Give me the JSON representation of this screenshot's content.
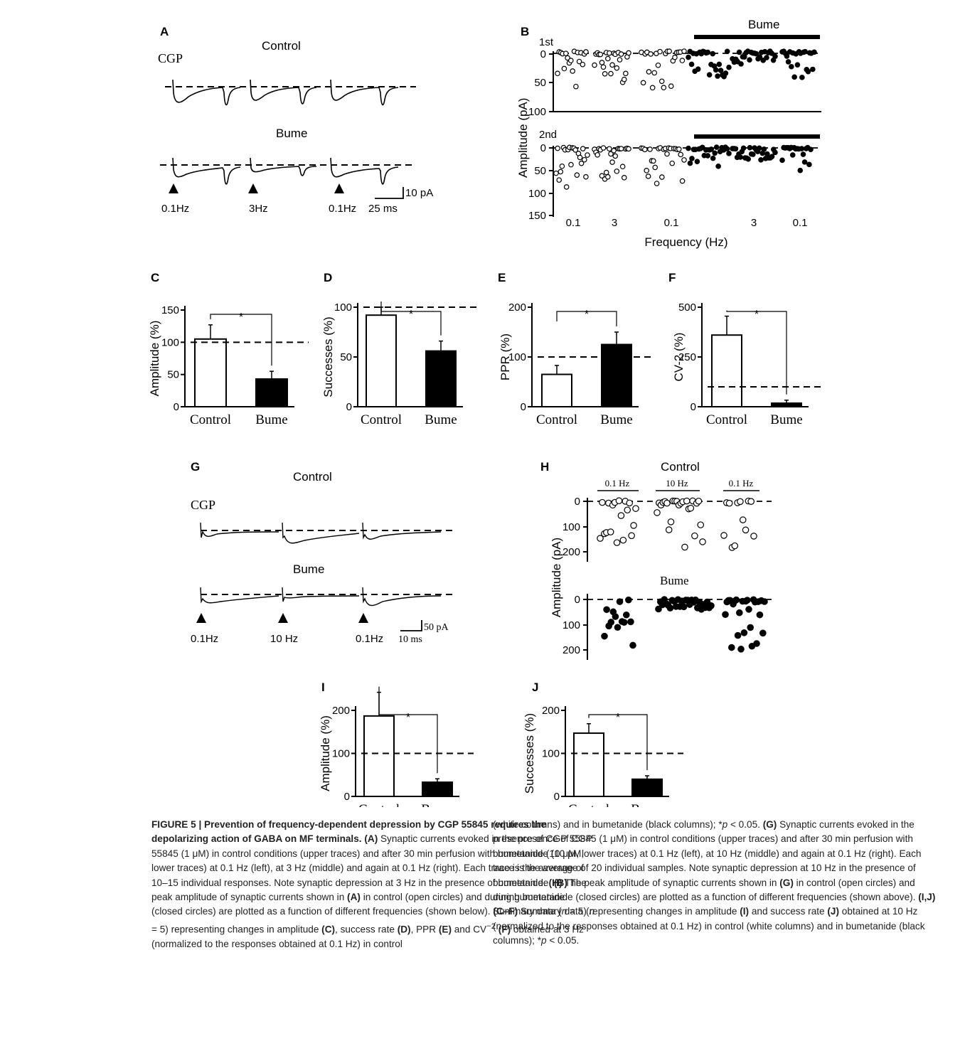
{
  "colors": {
    "ink": "#000000",
    "panel_bg": "#ffffff",
    "caption_text": "#222222"
  },
  "panel_letters": {
    "A": "A",
    "B": "B",
    "C": "C",
    "D": "D",
    "E": "E",
    "F": "F",
    "G": "G",
    "H": "H",
    "I": "I",
    "J": "J"
  },
  "panel_a": {
    "title_control": "Control",
    "cgp_label": "CGP",
    "title_bume": "Bume",
    "stim_labels": [
      "0.1Hz",
      "3Hz",
      "0.1Hz"
    ],
    "time_scale": "25 ms",
    "amp_scale": "10 pA"
  },
  "panel_b": {
    "bume_label": "Bume",
    "label_1st": "1st",
    "label_2nd": "2nd",
    "ylabel": "Amplitude (pA)",
    "xlabel": "Frequency (Hz)",
    "top_ticks": [
      "0",
      "50",
      "100"
    ],
    "bottom_ticks": [
      "0",
      "50",
      "100",
      "150"
    ],
    "x_ticks": [
      "0.1",
      "3",
      "0.1",
      "3",
      "0.1"
    ]
  },
  "panel_g": {
    "title_control": "Control",
    "cgp_label": "CGP",
    "title_bume": "Bume",
    "stim_labels": [
      "0.1Hz",
      "10 Hz",
      "0.1Hz"
    ],
    "time_scale": "10 ms",
    "amp_scale": "50 pA"
  },
  "panel_h": {
    "title_control": "Control",
    "title_bume": "Bume",
    "freq_labels": [
      "0.1 Hz",
      "10 Hz",
      "0.1 Hz"
    ],
    "ylabel": "Amplitude (pA)",
    "top_ticks": [
      "0",
      "100",
      "200"
    ],
    "bottom_ticks": [
      "0",
      "100",
      "200"
    ]
  },
  "chart_data": [
    {
      "panel": "C",
      "type": "bar",
      "categories": [
        "Control",
        "Bume"
      ],
      "values": [
        105,
        43
      ],
      "errors": [
        22,
        12
      ],
      "ylabel": "Amplitude (%)",
      "ylim": [
        0,
        150
      ],
      "yticks": [
        0,
        50,
        100,
        150
      ],
      "reference_line": 100,
      "significance": "*"
    },
    {
      "panel": "D",
      "type": "bar",
      "categories": [
        "Control",
        "Bume"
      ],
      "values": [
        92,
        56
      ],
      "errors": [
        8,
        10
      ],
      "ylabel": "Successes (%)",
      "ylim": [
        0,
        100
      ],
      "yticks": [
        0,
        50,
        100
      ],
      "reference_line": 100,
      "significance": "*"
    },
    {
      "panel": "E",
      "type": "bar",
      "categories": [
        "Control",
        "Bume"
      ],
      "values": [
        65,
        125
      ],
      "errors": [
        18,
        25
      ],
      "ylabel": "PPR (%)",
      "ylim": [
        0,
        200
      ],
      "yticks": [
        0,
        100,
        200
      ],
      "reference_line": 100,
      "significance": "*"
    },
    {
      "panel": "F",
      "type": "bar",
      "categories": [
        "Control",
        "Bume"
      ],
      "values": [
        360,
        18
      ],
      "errors": [
        95,
        15
      ],
      "ylabel": "CV-2 (%)",
      "ylim": [
        0,
        500
      ],
      "yticks": [
        0,
        250,
        500
      ],
      "reference_line": 100,
      "significance": "*"
    },
    {
      "panel": "I",
      "type": "bar",
      "categories": [
        "Control",
        "Bume"
      ],
      "values": [
        187,
        33
      ],
      "errors": [
        55,
        8
      ],
      "ylabel": "Amplitude (%)",
      "ylim": [
        0,
        200
      ],
      "yticks": [
        0,
        100,
        200
      ],
      "reference_line": 100,
      "significance": "*"
    },
    {
      "panel": "J",
      "type": "bar",
      "categories": [
        "Control",
        "Bume"
      ],
      "values": [
        147,
        40
      ],
      "errors": [
        22,
        8
      ],
      "ylabel": "Successes (%)",
      "ylim": [
        0,
        200
      ],
      "yticks": [
        0,
        100,
        200
      ],
      "reference_line": 100,
      "significance": "*"
    }
  ],
  "caption": {
    "left": {
      "title": "FIGURE 5 | Prevention of frequency-dependent depression by CGP 55845 requires the depolarizing action of GABA on MF terminals.",
      "A_lbl": "(A)",
      "A_txt": " Synaptic currents evoked in the presence of CGP 55845 (1 μM) in control conditions (upper traces) and after 30 min perfusion with bumetanide (10 μM, lower traces) at 0.1 Hz (left), at 3 Hz (middle) and again at 0.1 Hz (right). Each trace is the average of 10–15 individual responses. Note synaptic depression at 3 Hz in the presence of bumetanide. ",
      "B_lbl": "(B)",
      "B_txt1": " The peak amplitude of synaptic currents shown in ",
      "B_ref": "(A)",
      "B_txt2": " in control (open circles) and during bumetanide (closed circles) are plotted as a function of different frequencies (shown below). ",
      "CF_lbl": "(C–F)",
      "CF_txt1": " Summary data (",
      "n_var": "n",
      "CF_txt2": " = 5) representing changes in amplitude ",
      "C_ref": "(C)",
      "CF_txt3": ", success rate ",
      "D_ref": "(D)",
      "CF_txt4": ", PPR ",
      "E_ref": "(E)",
      "CF_txt5": " and CV",
      "CF_sup": "−2",
      "F_ref": "(F)",
      "CF_txt6": " obtained at 3 Hz (normalized to the responses obtained at 0.1 Hz) in control"
    },
    "right": {
      "t1": "(white columns) and in bumetanide (black columns); *",
      "p_var": "p",
      "t2": " < 0.05. ",
      "G_lbl": "(G)",
      "G_txt": " Synaptic currents evoked in the presence of CGP 55845 (1 μM) in control conditions (upper traces) and after 30 min perfusion with bumetanide (10 μM, lower traces) at 0.1 Hz (left), at 10 Hz (middle) and again at 0.1 Hz (right). Each trace is the average of 20 individual samples. Note synaptic depression at 10 Hz in the presence of bumetanide. ",
      "H_lbl": "(H)",
      "H_txt1": " The peak amplitude of synaptic currents shown in ",
      "G_ref": "(G)",
      "H_txt2": " in control (open circles) and during bumetanide (closed circles) are plotted as a function of different frequencies (shown above). ",
      "IJ_lbl": "(I,J)",
      "IJ_txt1": " Summary data (",
      "n_var": "n",
      "IJ_txt2": " = 5) representing changes in amplitude ",
      "I_ref": "(I)",
      "IJ_txt3": " and success rate ",
      "J_ref": "(J)",
      "IJ_txt4": " obtained at 10 Hz (normalized to the responses obtained at 0.1 Hz) in control (white columns) and in bumetanide (black columns); *",
      "p_var2": "p",
      "IJ_txt5": " < 0.05."
    }
  }
}
